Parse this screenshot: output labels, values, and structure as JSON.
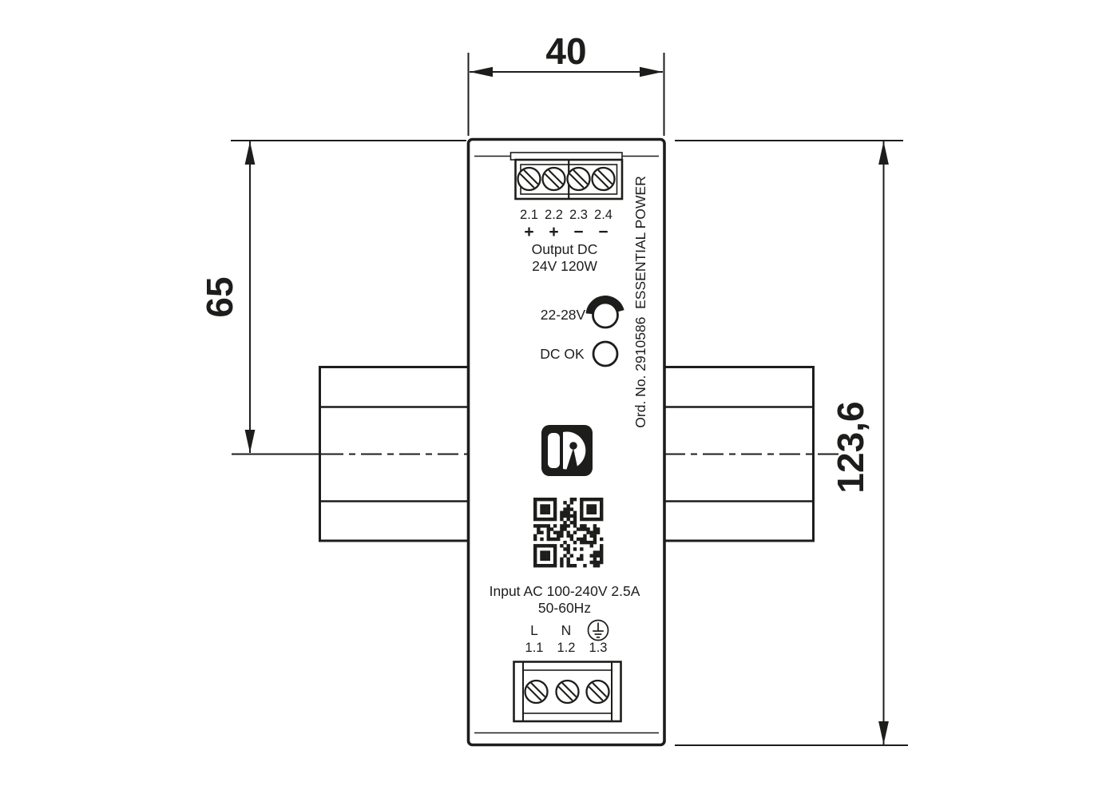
{
  "drawing": {
    "dim_width": "40",
    "dim_height_left": "65",
    "dim_height_total": "123,6",
    "side_label": "Ord. No. 2910586  ESSENTIAL POWER",
    "output": {
      "terminals": [
        "2.1",
        "2.2",
        "2.3",
        "2.4"
      ],
      "signs": [
        "+",
        "+",
        "−",
        "−"
      ],
      "label_line1": "Output DC",
      "label_line2": "24V 120W"
    },
    "voltage_range": "22-28V",
    "dc_ok": "DC OK",
    "input": {
      "label_line1": "Input AC 100-240V 2.5A",
      "label_line2": "50-60Hz",
      "terminal_l": "L",
      "terminal_n": "N",
      "numbers": [
        "1.1",
        "1.2",
        "1.3"
      ]
    },
    "colors": {
      "line": "#1d1d1b",
      "background": "#ffffff"
    }
  }
}
